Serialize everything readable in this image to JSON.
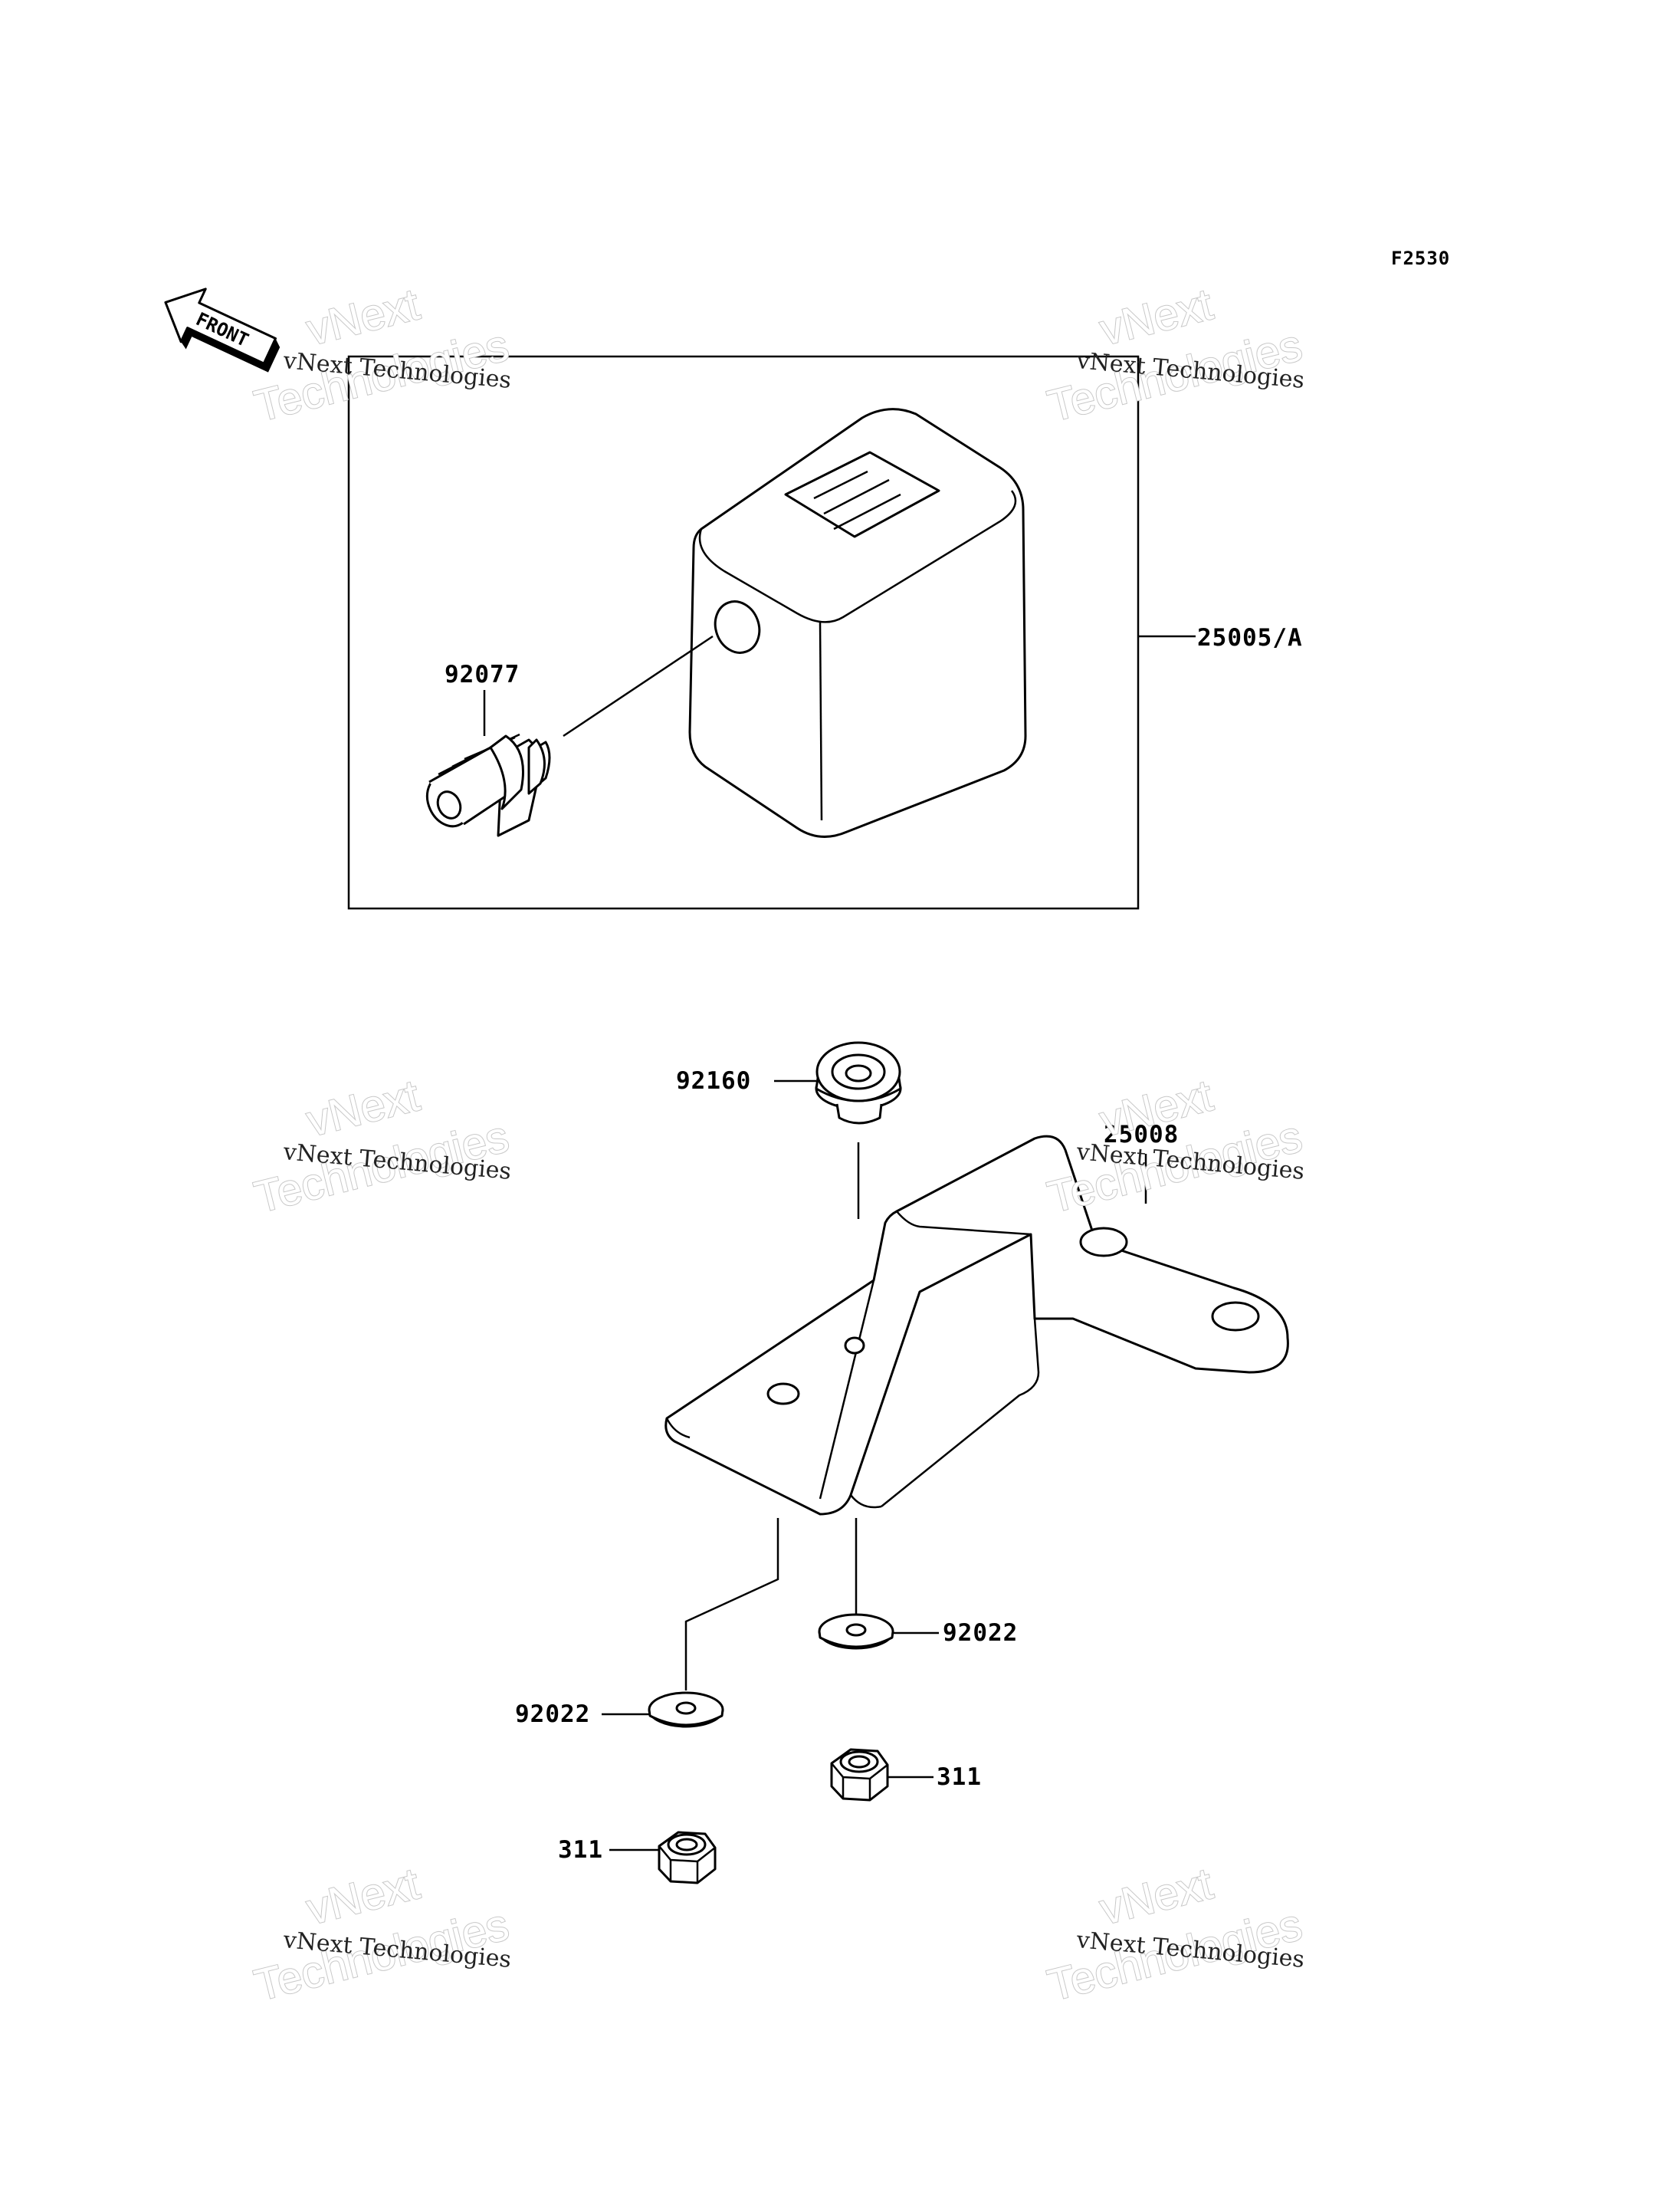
{
  "figure_code": "F2530",
  "front_label": "FRONT",
  "watermark": {
    "small": "vNext Technologies",
    "big_line1": "vNext",
    "big_line2": "Technologies"
  },
  "parts": {
    "meter_assembly": "25005/A",
    "gear": "92077",
    "grommet": "92160",
    "bracket": "25008",
    "washer_right": "92022",
    "washer_left": "92022",
    "nut_right": "311",
    "nut_left": "311"
  }
}
